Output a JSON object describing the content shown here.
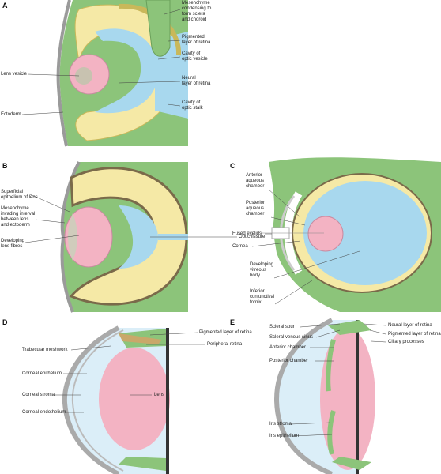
{
  "panels": [
    {
      "id": "A",
      "letter": "A",
      "labels": [
        "Mesenchyme\ncondensing to\nform sclera\nand choroid",
        "Pigmented\nlayer of retina",
        "Cavity of\noptic vesicle",
        "Neural\nlayer of retina",
        "Cavity of\noptic stalk",
        "Lens vesicle",
        "Ectoderm"
      ]
    },
    {
      "id": "B",
      "letter": "B",
      "labels": [
        "Superficial\nepithelium of lens",
        "Mesenchyme\ninvading interval\nbetween lens\nand ectoderm",
        "Developing\nlens fibres",
        "Optic fissure"
      ]
    },
    {
      "id": "C",
      "letter": "C",
      "labels": [
        "Anterior\naqueous\nchamber",
        "Posterior\naqueous\nchamber",
        "Fused eyelids",
        "Cornea",
        "Developing\nvitreous\nbody",
        "Inferior\nconjunctival\nfornix"
      ]
    },
    {
      "id": "D",
      "letter": "D",
      "labels": [
        "Pigmented layer of retina",
        "Peripheral retina",
        "Trabecular meshwork",
        "Corneal epithelium",
        "Lens",
        "Corneal stroma",
        "Corneal endothelium"
      ]
    },
    {
      "id": "E",
      "letter": "E",
      "labels": [
        "Scleral spur",
        "Neural layer of retina",
        "Scleral venous sinus",
        "Pigmented layer of retina",
        "Ciliary processes",
        "Anterior chamber",
        "Posterior chamber",
        "Iris stroma",
        "Iris epithelium"
      ]
    }
  ],
  "colors": {
    "mesenchyme": "#8cc47a",
    "retina": "#f5e9a6",
    "pigment": "#7a6a4a",
    "cavity": "#a8d8ee",
    "lens": "#f3b3c3",
    "ectoderm": "#d9d9d9"
  }
}
